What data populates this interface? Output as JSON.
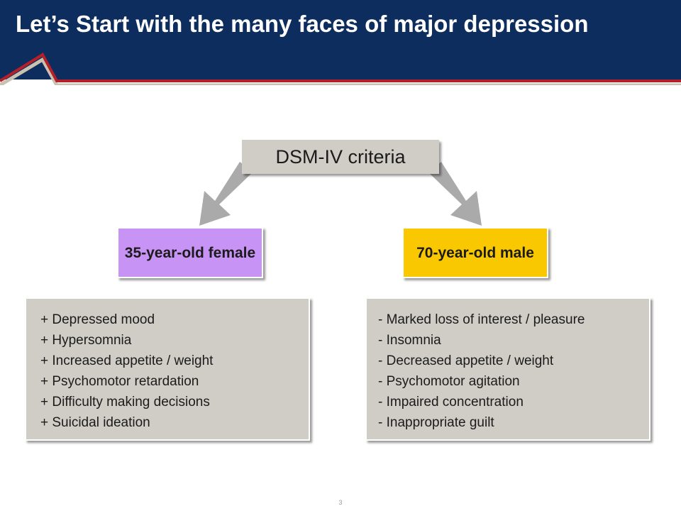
{
  "title": "Let’s Start with the many faces of major depression",
  "diagram": {
    "root": "DSM-IV criteria",
    "left": {
      "label": "35-year-old female",
      "color": "#c793f5",
      "items": [
        "+ Depressed mood",
        "+ Hypersomnia",
        "+ Increased appetite / weight",
        "+ Psychomotor retardation",
        "+ Difficulty making decisions",
        "+ Suicidal ideation"
      ]
    },
    "right": {
      "label": "70-year-old male",
      "color": "#fac800",
      "items": [
        "- Marked loss of interest / pleasure",
        "- Insomnia",
        "- Decreased appetite / weight",
        "- Psychomotor agitation",
        "- Impaired concentration",
        "- Inappropriate guilt"
      ]
    }
  },
  "page_number": "3",
  "colors": {
    "header": "#0d2d5e",
    "box": "#cfcdc6",
    "arrow": "#aaaaaa",
    "accent_red": "#b4202a"
  }
}
